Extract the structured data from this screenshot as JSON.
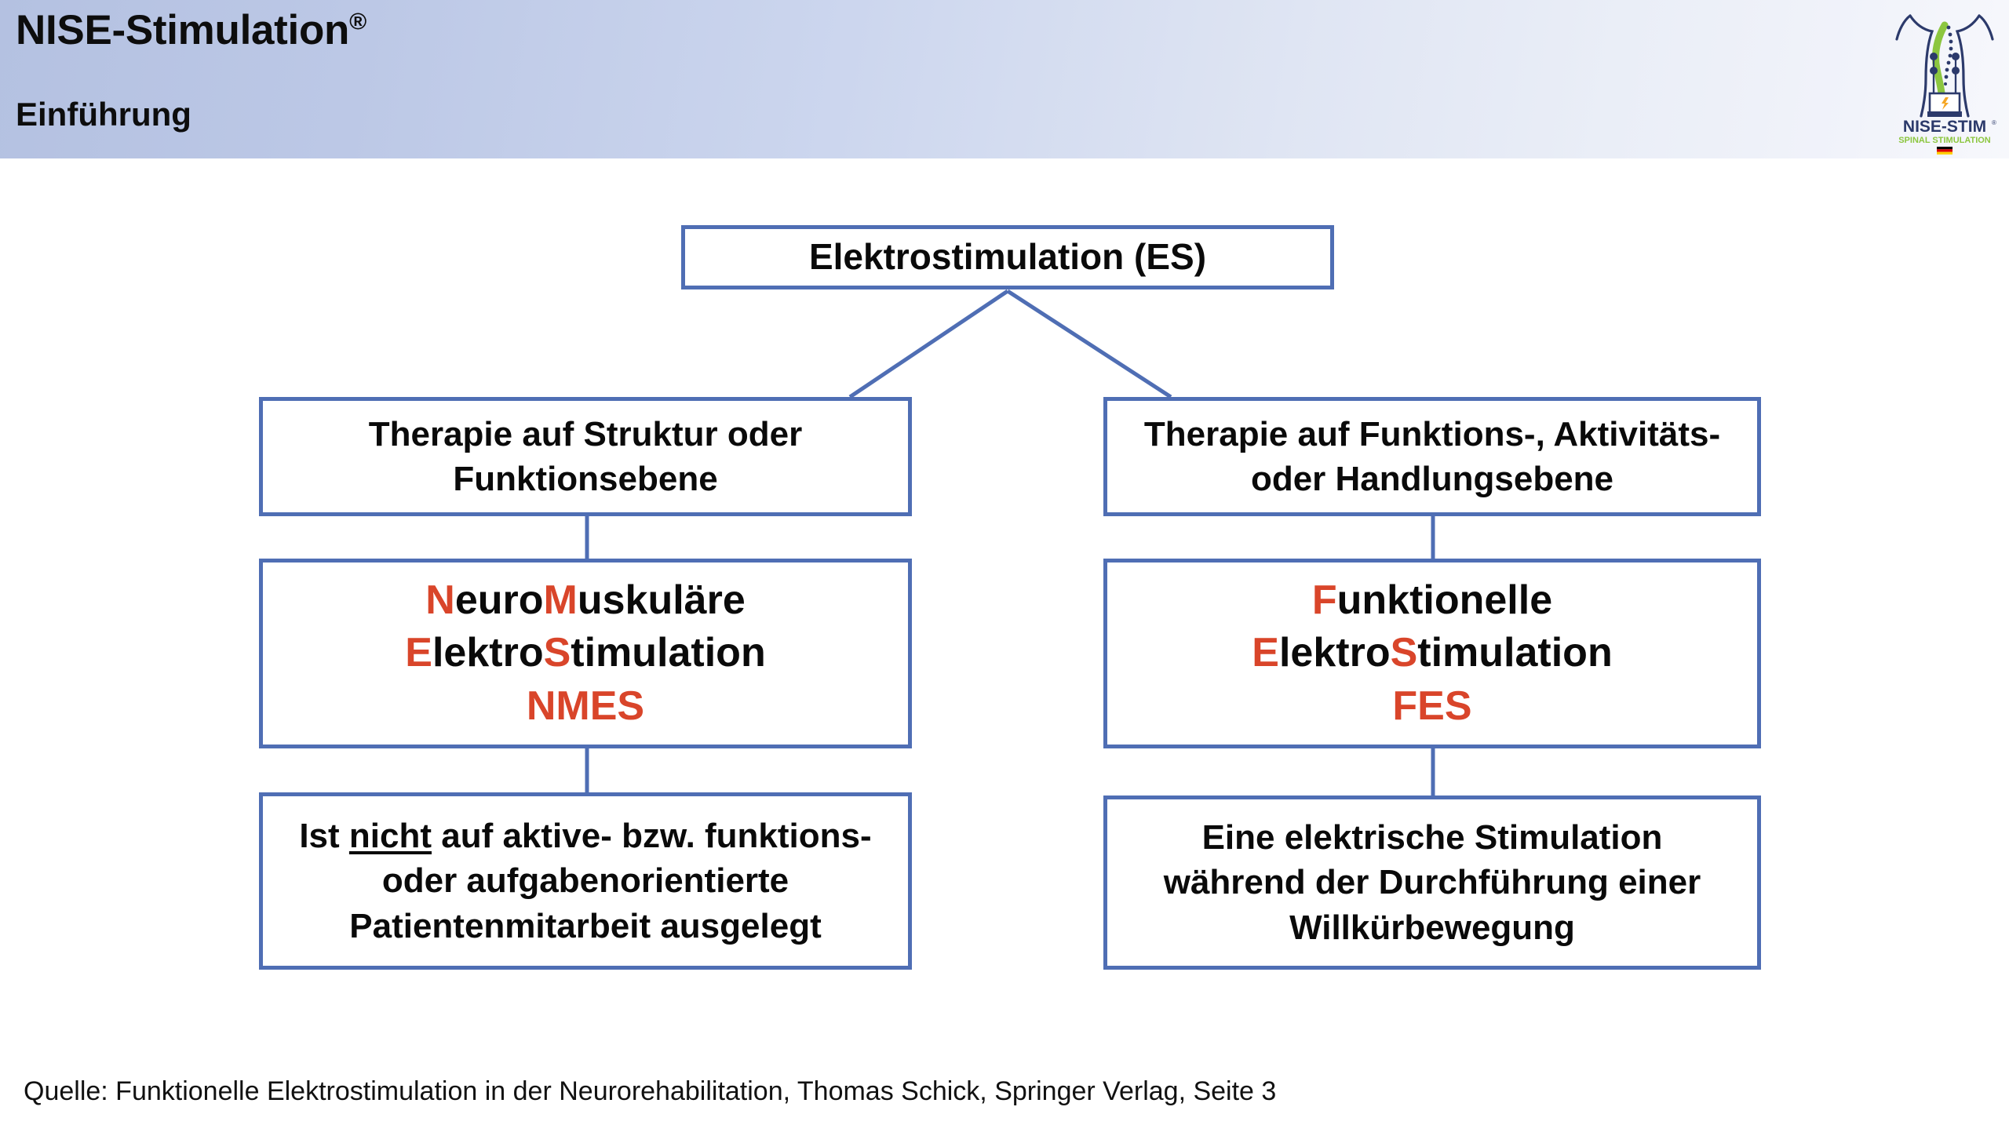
{
  "header": {
    "title": "NISE-Stimulation",
    "title_sup": "®",
    "subtitle": "Einführung",
    "gradient_from": "#b4c1e1",
    "gradient_to": "#f7f8fc"
  },
  "logo": {
    "wordmark": "NISE-STIM",
    "wordmark_sup": "®",
    "tagline": "SPINAL STIMULATION",
    "spine_color": "#8cc63f",
    "body_color": "#2c3a6b",
    "device_color": "#2c3a6b",
    "bolt_color": "#f5a623",
    "flag_colors": [
      "#000000",
      "#dd0000",
      "#ffce00"
    ]
  },
  "diagram": {
    "box_border_color": "#4f6eb4",
    "box_fill_color": "#ffffff",
    "accent_red": "#d9452a",
    "text_color": "#0a0a0a",
    "root": {
      "label": "Elektrostimulation (ES)"
    },
    "left": {
      "level1_lines": [
        "Therapie auf Struktur oder",
        "Funktionsebene"
      ],
      "level2": {
        "line1": [
          {
            "t": "N",
            "c": "red"
          },
          {
            "t": "euro",
            "c": "black"
          },
          {
            "t": "M",
            "c": "red"
          },
          {
            "t": "uskuläre",
            "c": "black"
          }
        ],
        "line2": [
          {
            "t": "E",
            "c": "red"
          },
          {
            "t": "lektro",
            "c": "black"
          },
          {
            "t": "S",
            "c": "red"
          },
          {
            "t": "timulation",
            "c": "black"
          }
        ],
        "acronym": "NMES"
      },
      "level3_lines": [
        "Ist nicht auf aktive- bzw. funktions-",
        "oder aufgabenorientierte",
        "Patientenmitarbeit ausgelegt"
      ],
      "level3_underlined_word": "nicht"
    },
    "right": {
      "level1_lines": [
        "Therapie auf Funktions-, Aktivitäts-",
        "oder Handlungsebene"
      ],
      "level2": {
        "line1": [
          {
            "t": "F",
            "c": "red"
          },
          {
            "t": "unktionelle",
            "c": "black"
          }
        ],
        "line2": [
          {
            "t": "E",
            "c": "red"
          },
          {
            "t": "lektro",
            "c": "black"
          },
          {
            "t": "S",
            "c": "red"
          },
          {
            "t": "timulation",
            "c": "black"
          }
        ],
        "acronym": "FES"
      },
      "level3_lines": [
        "Eine elektrische Stimulation",
        "während der Durchführung einer",
        "Willkürbewegung"
      ]
    }
  },
  "footer": {
    "source": "Quelle: Funktionelle Elektrostimulation in der Neurorehabilitation, Thomas Schick, Springer Verlag, Seite 3"
  }
}
